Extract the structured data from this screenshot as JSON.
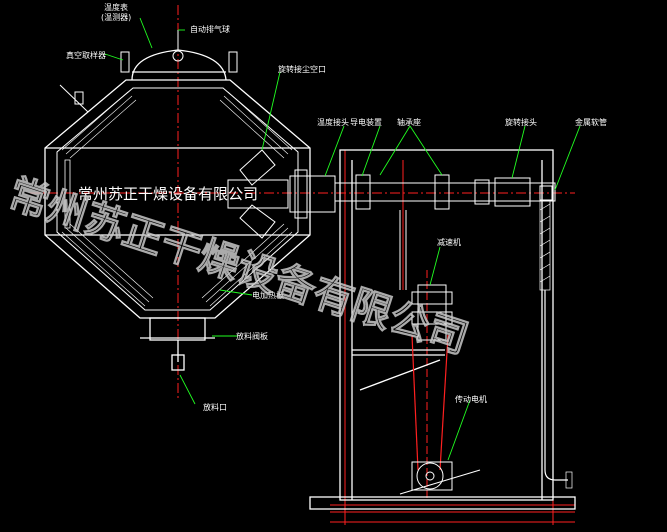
{
  "colors": {
    "background": "#000000",
    "outline": "#ffffff",
    "centerline": "#ff2020",
    "leader": "#20ff20",
    "label": "#ffffff",
    "inner_liner": "#ffffff",
    "watermark": "#c8c8c8",
    "body_text": "#ffffff"
  },
  "company_label": "常州苏正干燥设备有限公司",
  "watermark": "常州苏正干燥设备有限公司",
  "labels": {
    "temp_gauge": "温度表",
    "temp_gauge_sub": "(温测器)",
    "auto_vent_valve": "自动排气球",
    "vacuum_sampling_valve": "真空取样器",
    "rotary_dust_port": "旋转接尘空口",
    "temp_joint": "温度接头",
    "guide_device": "导电装置",
    "bearing_seat": "轴承座",
    "rotary_joint": "旋转接头",
    "metal_hose": "金属软管",
    "reducer": "减速机",
    "heating_jacket": "电加热板",
    "discharge_valve": "放料阀板",
    "drive_motor": "传动电机",
    "outlet": "放料口"
  }
}
